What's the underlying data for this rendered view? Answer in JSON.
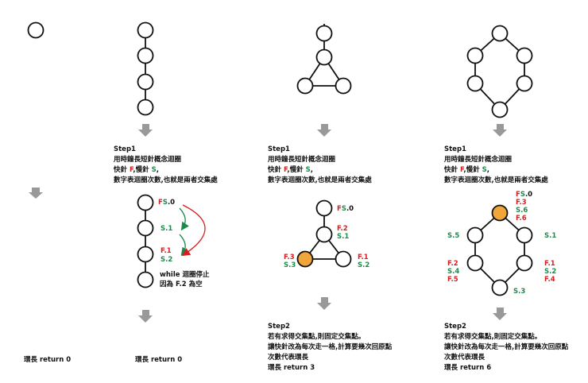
{
  "colors": {
    "red": "#d62020",
    "green": "#1e8a4a",
    "orange": "#f0a63a",
    "arrow": "#999999"
  },
  "step1": {
    "title": "Step1",
    "line1": "用時鐘長短針概念迴圈",
    "line2a": "快針 ",
    "line2f": "F",
    "line2b": ",慢針 ",
    "line2s": "S",
    "line2c": ",",
    "line3": "數字表迴圈次數,也就是兩者交集處"
  },
  "step2_tri": {
    "title": "Step2",
    "line1": "若有求得交集點,則固定交集點。",
    "line2": "讓快針改為每次走一格,計算要幾次回原點",
    "line3": "次數代表環長",
    "line4": "環長 return 3"
  },
  "step2_hex": {
    "title": "Step2",
    "line1": "若有求得交集點,則固定交集點。",
    "line2": "讓快針改為每次走一格,計算要幾次回原點",
    "line3": "次數代表環長",
    "line4": "環長 return 6"
  },
  "chain": {
    "note1": "while 迴圈停止",
    "note2": "因為 F.2 為空"
  },
  "results": {
    "single": "環長 return 0",
    "chain": "環長 return 0"
  },
  "labels": {
    "chain_top_F": "F",
    "chain_top_S": "S",
    "chain_top_n": ".0",
    "chain_s1": "S.1",
    "chain_f1": "F.1",
    "chain_s2": "S.2",
    "tri_top_F": "F",
    "tri_top_S": "S",
    "tri_top_n": ".0",
    "tri_f2": "F.2",
    "tri_s1": "S.1",
    "tri_f3": "F.3",
    "tri_s3": "S.3",
    "tri_f1": "F.1",
    "tri_s2": "S.2",
    "hex_fs0_F": "F",
    "hex_fs0_S": "S",
    "hex_fs0_n": ".0",
    "hex_f3": "F.3",
    "hex_s6": "S.6",
    "hex_f6": "F.6",
    "hex_s5": "S.5",
    "hex_s1": "S.1",
    "hex_f2": "F.2",
    "hex_s4": "S.4",
    "hex_f5": "F.5",
    "hex_f1": "F.1",
    "hex_s2": "S.2",
    "hex_f4": "F.4",
    "hex_s3": "S.3"
  }
}
